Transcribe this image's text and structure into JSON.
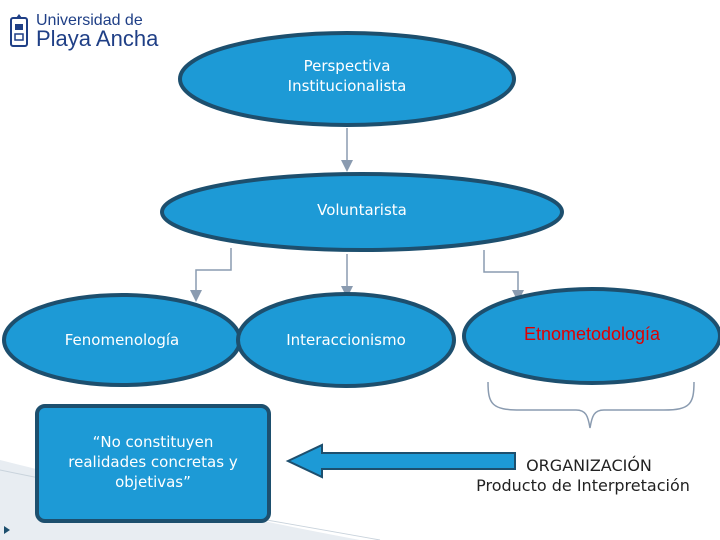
{
  "logo": {
    "line1": "Universidad de",
    "line2": "Playa Ancha"
  },
  "nodes": {
    "top": "Perspectiva Institucionalista",
    "middle": "Voluntarista",
    "left": "Fenomenología",
    "center": "Interaccionismo",
    "right": "Etnometodología",
    "quote": "“No constituyen realidades concretas y objetivas”",
    "organization_line1": "ORGANIZACIÓN",
    "organization_line2": "Producto de Interpretación"
  },
  "colors": {
    "ellipse_fill": "#1d9ad6",
    "ellipse_stroke": "#1d4f6e",
    "quote_fill": "#1d9ad6",
    "arrow_fill": "#1d9ad6",
    "connector": "#8a9bb0",
    "right_label": "#e00000",
    "logo": "#1f3f86"
  }
}
